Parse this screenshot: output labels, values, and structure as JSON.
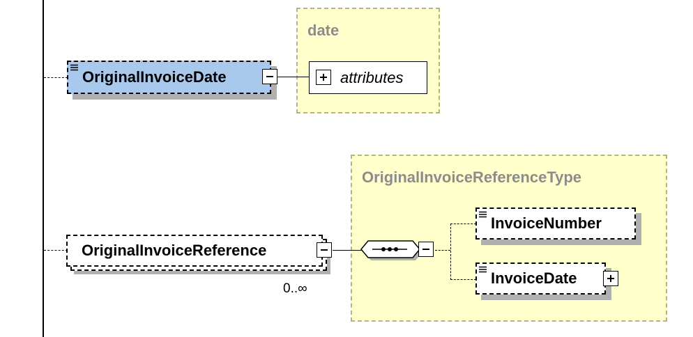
{
  "diagram": {
    "types": {
      "date": {
        "label": "date"
      },
      "reference_type": {
        "label": "OriginalInvoiceReferenceType"
      }
    },
    "elements": {
      "original_invoice_date": {
        "label": "OriginalInvoiceDate"
      },
      "attributes": {
        "label": "attributes"
      },
      "original_invoice_reference": {
        "label": "OriginalInvoiceReference",
        "cardinality": "0..∞"
      },
      "invoice_number": {
        "label": "InvoiceNumber"
      },
      "invoice_date": {
        "label": "InvoiceDate"
      }
    },
    "icons": {
      "documentation": "documentation-icon",
      "collapse": "minus-icon",
      "expand": "plus-icon",
      "sequence": "sequence-compositor-icon"
    },
    "colors": {
      "selected_element": "#a8c8ec",
      "type_box_fill": "#ffffcc",
      "type_box_border": "#b3b38a",
      "type_label": "#8c8c8c"
    }
  }
}
